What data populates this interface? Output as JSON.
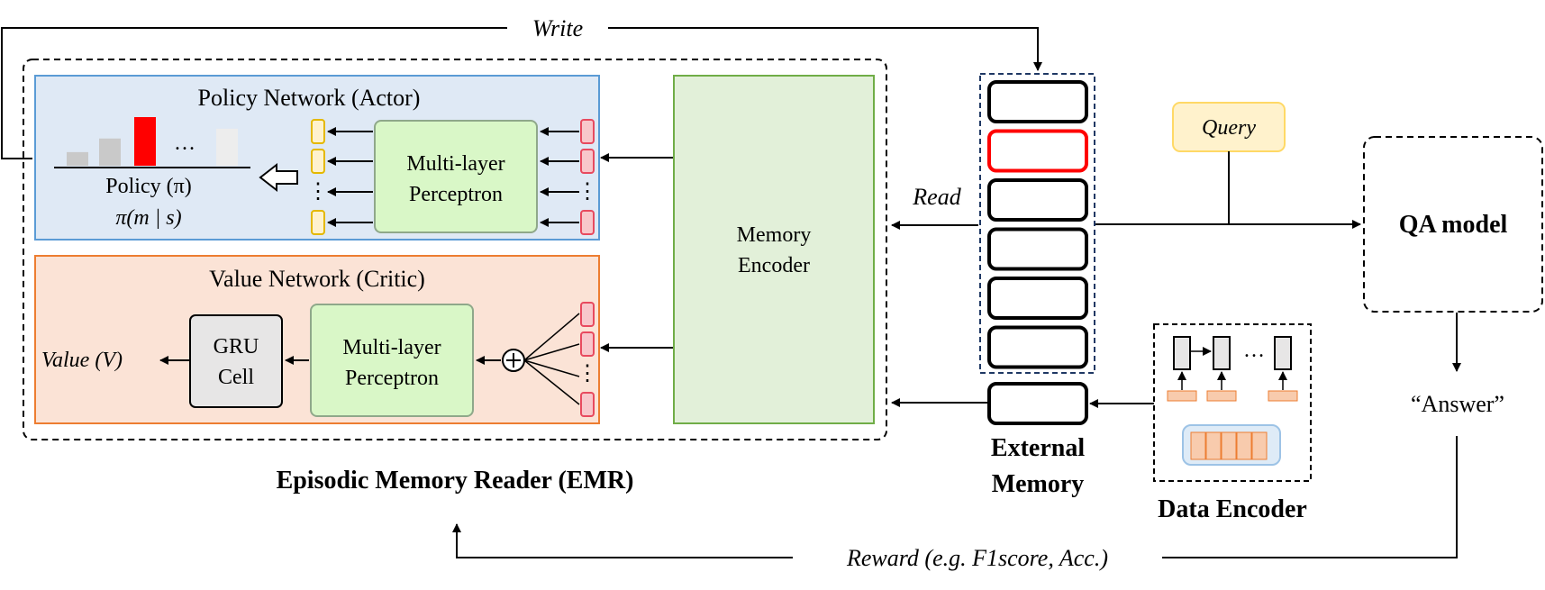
{
  "labels": {
    "write": "Write",
    "read": "Read",
    "reward": "Reward (e.g. F1score, Acc.)",
    "policy_title": "Policy Network (Actor)",
    "policy_label": "Policy (π)",
    "policy_formula": "π(m | s)",
    "ellipsis": "…",
    "mlp_line1": "Multi-layer",
    "mlp_line2": "Perceptron",
    "value_title": "Value Network (Critic)",
    "value_label": "Value (V)",
    "gru_line1": "GRU",
    "gru_line2": "Cell",
    "memory_encoder_line1": "Memory",
    "memory_encoder_line2": "Encoder",
    "emr": "Episodic Memory Reader (EMR)",
    "external_memory_line1": "External",
    "external_memory_line2": "Memory",
    "query": "Query",
    "qa_model": "QA model",
    "answer": "“Answer”",
    "data_encoder": "Data Encoder",
    "plus": "+"
  },
  "colors": {
    "policy_fill": "#dfe9f5",
    "policy_stroke": "#5b9bd5",
    "value_fill": "#fbe3d6",
    "value_stroke": "#ed7d31",
    "mlp_fill": "#d9f7c7",
    "mlp_stroke": "#8fa88a",
    "encoder_fill": "#e2f0d9",
    "encoder_stroke": "#70ad47",
    "gru_fill": "#e7e6e6",
    "query_fill": "#fff2cc",
    "query_stroke": "#ffd966",
    "highlight_red": "#ff0000",
    "node_pink": "#f8c7cb",
    "node_yellow": "#fff2cc",
    "node_orange": "#f8cbad",
    "emb_blue": "#deebf7"
  },
  "icons": {
    "policy_arrow": "hollow-left-arrow-icon",
    "plus": "circled-plus-icon"
  },
  "memory_slots": {
    "count_top_group": 6,
    "highlighted_index": 1
  },
  "policy_bars": [
    {
      "fill": "#c9c9c9",
      "level": 0.28
    },
    {
      "fill": "#c9c9c9",
      "level": 0.56
    },
    {
      "fill": "#ff0000",
      "level": 1.0
    },
    {
      "fill": "#ededed",
      "level": 0.76
    }
  ]
}
